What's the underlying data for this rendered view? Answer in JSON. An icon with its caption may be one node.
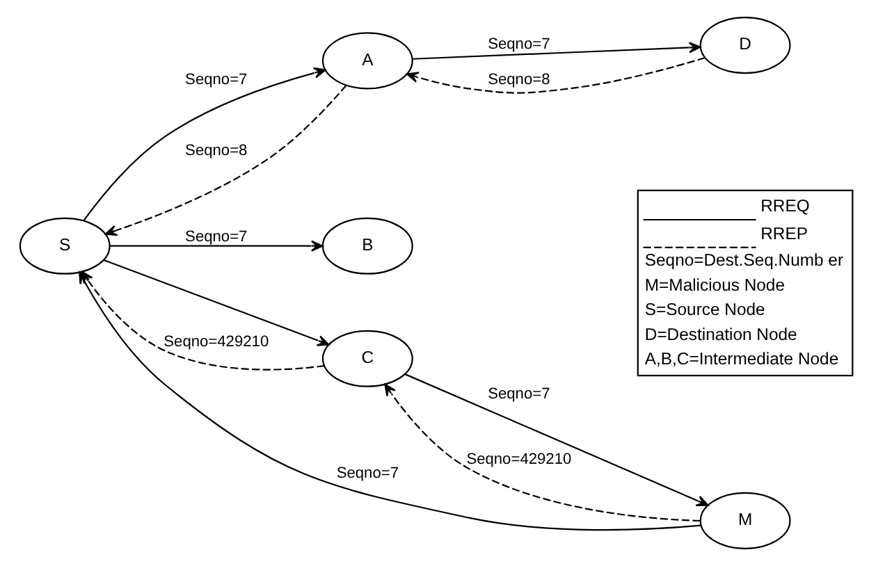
{
  "diagram": {
    "nodes": [
      {
        "text": [
          "A"
        ]
      },
      {
        "text": [
          "S"
        ]
      },
      {
        "text": [
          "D"
        ]
      },
      {
        "text": [
          "B"
        ]
      },
      {
        "text": [
          "C"
        ]
      },
      {
        "text": [
          "M"
        ]
      }
    ],
    "edges": [
      {
        "from": 1,
        "to": 0,
        "arrow": "to",
        "label": "Seqno=7"
      },
      {
        "from": 0,
        "to": 1,
        "arrow": "to",
        "style": "dashed",
        "label": "Seqno=8"
      },
      {
        "from": 0,
        "to": 2,
        "arrow": "to",
        "label": "Seqno=7"
      },
      {
        "from": 2,
        "to": 0,
        "arrow": "to",
        "style": "dashed",
        "label": "Seqno=8"
      },
      {
        "from": 1,
        "to": 3,
        "arrow": "to",
        "label": "Seqno=7"
      },
      {
        "from": 1,
        "to": 4,
        "arrow": "to"
      },
      {
        "from": 4,
        "to": 1,
        "arrow": "to",
        "style": "dashed",
        "label": "Seqno=429210"
      },
      {
        "from": 5,
        "to": 1,
        "arrow": "to",
        "label": "Seqno=7"
      },
      {
        "from": 4,
        "to": 5,
        "arrow": "to",
        "label": "Seqno=7"
      },
      {
        "from": 5,
        "to": 4,
        "arrow": "to",
        "style": "dashed",
        "label": "Seqno=429210"
      }
    ],
    "labels": [
      "Seqno=Dest.Seq.Numb er",
      "M=Malicious Node",
      "S=Source Node",
      "D=Destination Node",
      "A,B,C=Intermediate Node"
    ],
    "legend": [
      {
        "text": "RREQ"
      },
      {
        "text": "RREP"
      }
    ]
  }
}
